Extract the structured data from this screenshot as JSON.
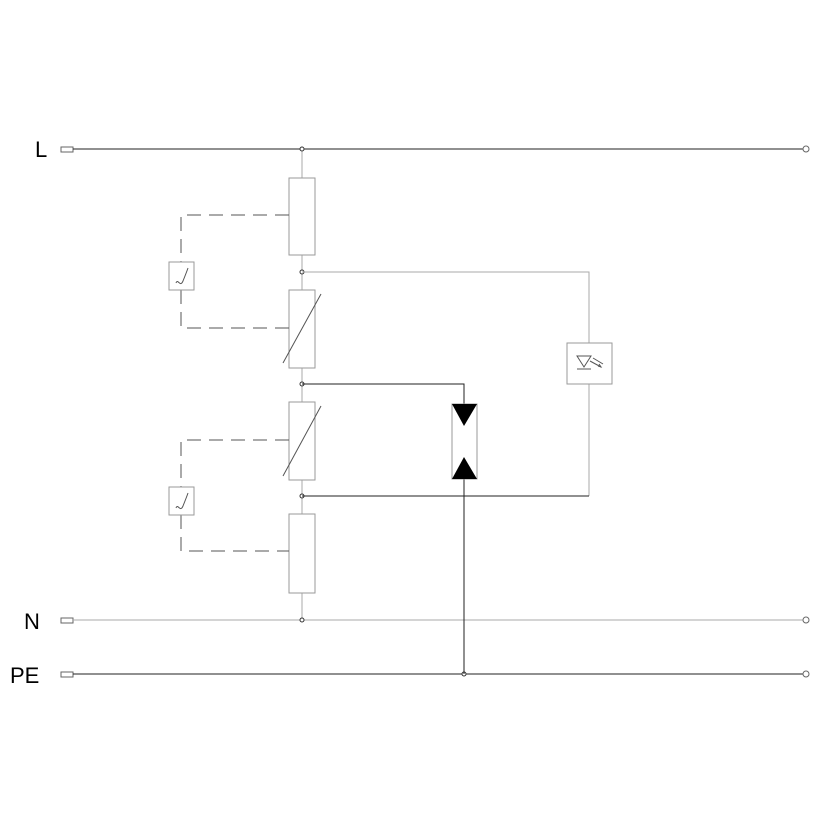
{
  "terminals": {
    "l_label": "L",
    "n_label": "N",
    "pe_label": "PE"
  },
  "colors": {
    "wire_dark": "#222222",
    "wire_light": "#aaaaaa",
    "component_outline": "#9a9a9a",
    "dashed_link": "#555555",
    "gdt_fill": "#000000"
  },
  "icons": {
    "thermal_disconnect": "thermal-disconnect-icon",
    "status_indicator": "optical-indicator-icon",
    "gas_discharge_tube": "gas-discharge-tube-icon"
  }
}
